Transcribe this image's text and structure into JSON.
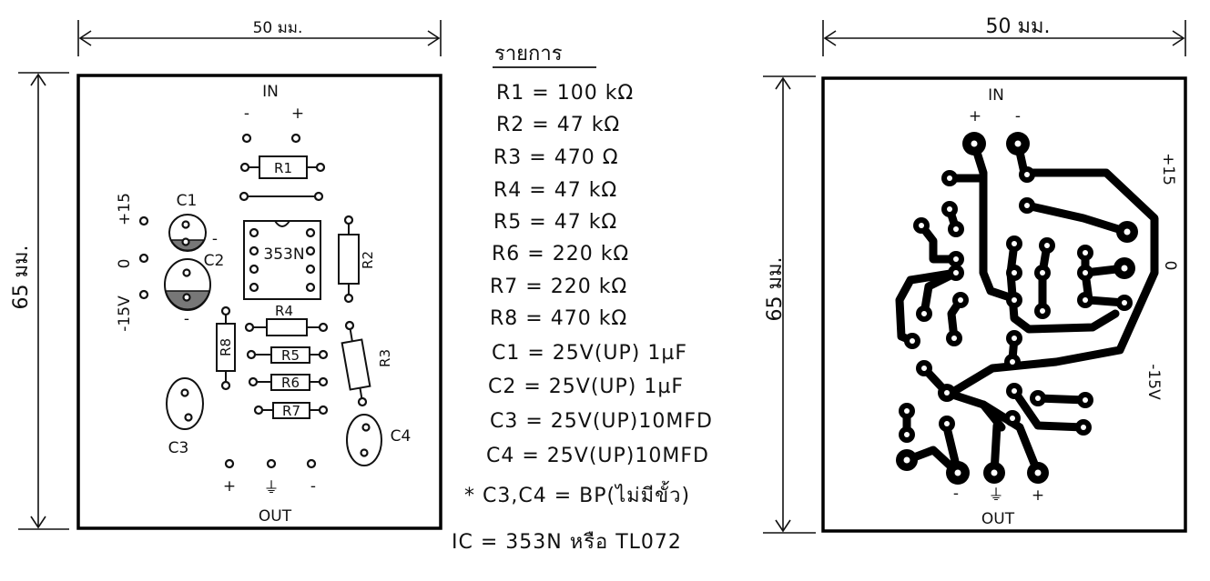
{
  "dimensions": {
    "width_label": "50 มม.",
    "height_label": "65 มม."
  },
  "component_side": {
    "in_label": "IN",
    "out_label": "OUT",
    "in_minus": "-",
    "in_plus": "+",
    "out_plus": "+",
    "out_ground": "⏚",
    "out_minus": "-",
    "supply_pos": "+15",
    "supply_zero": "0",
    "supply_neg": "-15V",
    "ic_label": "353N",
    "refs": {
      "r1": "R1",
      "r2": "R2",
      "r3": "R3",
      "r4": "R4",
      "r5": "R5",
      "r6": "R6",
      "r7": "R7",
      "r8": "R8",
      "c1": "C1",
      "c2": "C2",
      "c3": "C3",
      "c4": "C4"
    },
    "c1_polarity": "-",
    "c2_polarity": "-"
  },
  "copper_side": {
    "in_label": "IN",
    "in_plus": "+",
    "in_minus": "-",
    "out_label": "OUT",
    "out_minus": "-",
    "out_ground": "⏚",
    "out_plus": "+",
    "supply_pos": "+15",
    "supply_zero": "0",
    "supply_neg": "-15V"
  },
  "parts_list": {
    "heading": "รายการ",
    "items": [
      "R1 = 100 kΩ",
      "R2 = 47 kΩ",
      "R3 = 470 Ω",
      "R4 = 47 kΩ",
      "R5 = 47 kΩ",
      "R6 = 220 kΩ",
      "R7 = 220 kΩ",
      "R8 = 470 kΩ",
      "C1 = 25V(UP) 1µF",
      "C2 = 25V(UP) 1µF",
      "C3 = 25V(UP)10MFD",
      "C4 = 25V(UP)10MFD",
      "* C3,C4 = BP(ไม่มีขั้ว)"
    ],
    "ic_note": "IC = 353N หรือ TL072"
  }
}
